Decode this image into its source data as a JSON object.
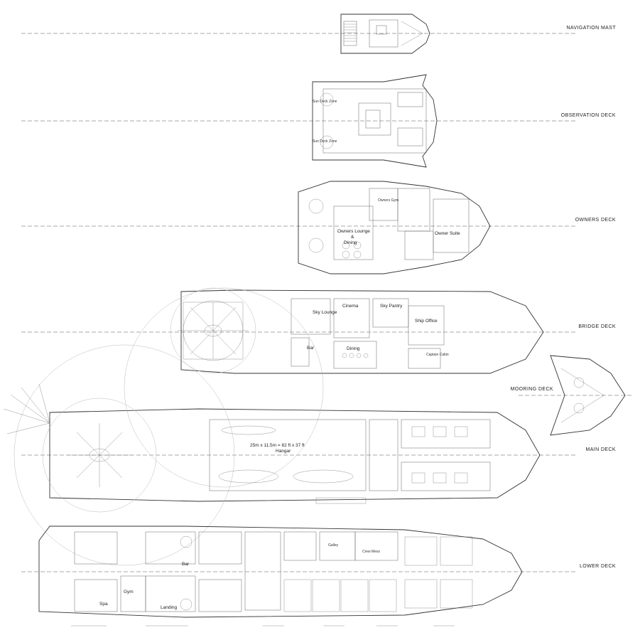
{
  "decks": {
    "navigation_mast": "NAVIGATION MAST",
    "observation_deck": "OBSERVATION DECK",
    "owners_deck": "OWNERS DECK",
    "bridge_deck": "BRIDGE DECK",
    "mooring_deck": "MOORING DECK",
    "main_deck": "MAIN DECK",
    "lower_deck": "LOWER DECK"
  },
  "rooms": {
    "owners_gym": "Owners Gym",
    "owners_lounge": "Owners Lounge",
    "amp": "&",
    "dining": "Dining",
    "owner_suite": "Owner Suite",
    "sky_lounge": "Sky Lounge",
    "cinema": "Cinema",
    "sky_pantry": "Sky Pantry",
    "ship_office": "Ship Office",
    "bar": "Bar",
    "dining2": "Dining",
    "captain_cabin": "Captain Cabin",
    "hangar_size": "25m x 11.5m = 82 ft x 37 ft",
    "hangar": "Hangar",
    "spa": "Spa",
    "gym": "Gym",
    "landing": "Landing",
    "bar2": "Bar",
    "galley": "Galley",
    "crew_mess": "Crew Mess",
    "sun_deck": "Sun Deck Zone"
  },
  "colors": {
    "line": "#333333",
    "axis": "#555555",
    "circle": "#bbbbbb"
  }
}
